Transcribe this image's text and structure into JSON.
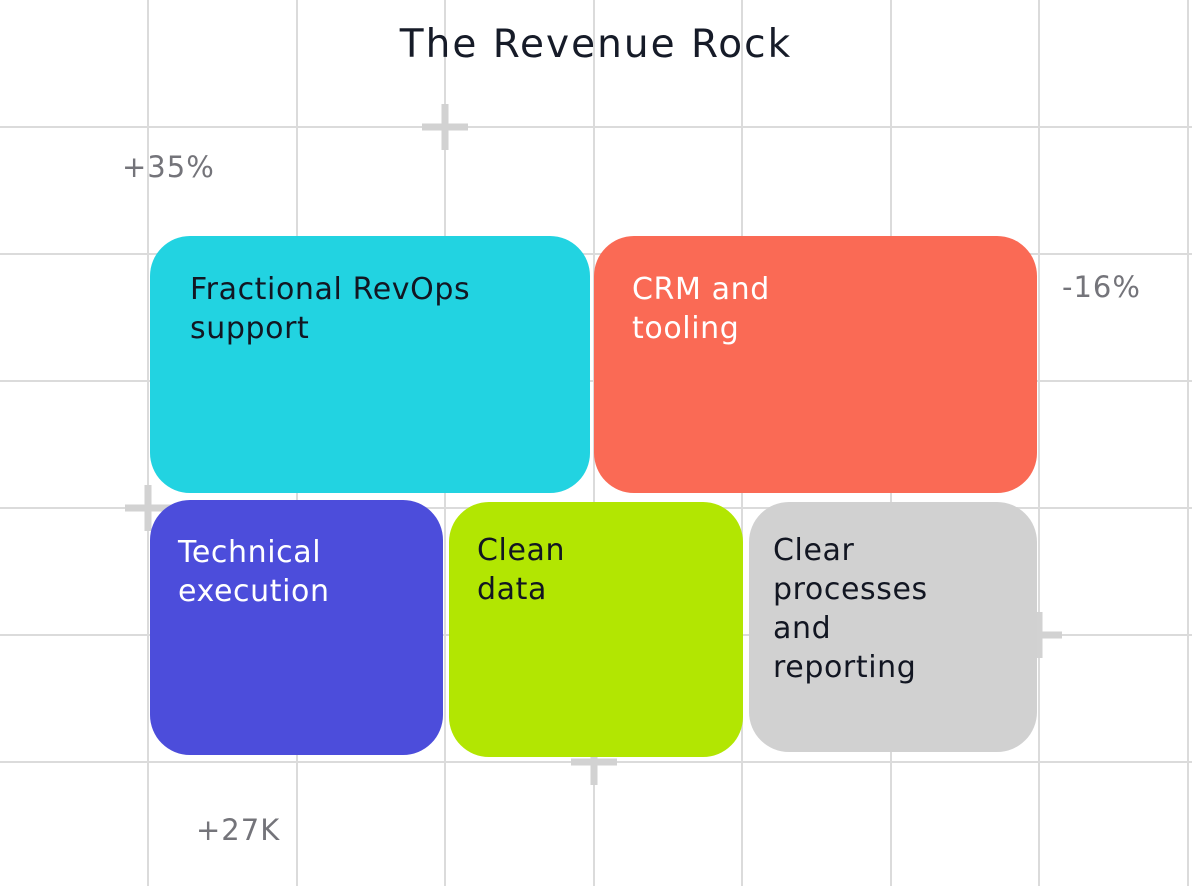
{
  "title": "The Revenue Rock",
  "metrics": [
    {
      "name": "growth-metric",
      "label": "+35%"
    },
    {
      "name": "churn-metric",
      "label": "-16%"
    },
    {
      "name": "pipeline-metric",
      "label": "+27K"
    }
  ],
  "blocks": [
    {
      "name": "fractional-revops-support",
      "lines": [
        "Fractional RevOps",
        "support"
      ],
      "bg": "#22D3E1",
      "fg": "#121622"
    },
    {
      "name": "crm-and-tooling",
      "lines": [
        "CRM and",
        "tooling"
      ],
      "bg": "#FA6A55",
      "fg": "#FFFFFF"
    },
    {
      "name": "technical-execution",
      "lines": [
        "Technical",
        "execution"
      ],
      "bg": "#4C4DDB",
      "fg": "#FFFFFF"
    },
    {
      "name": "clean-data",
      "lines": [
        "Clean",
        "data"
      ],
      "bg": "#B2E602",
      "fg": "#121622"
    },
    {
      "name": "clear-processes-and-reporting",
      "lines": [
        "Clear",
        "processes",
        "and",
        "reporting"
      ],
      "bg": "#D1D1D1",
      "fg": "#121622"
    }
  ],
  "colors": {
    "background": "#FFFFFF",
    "grid_line": "#DBDBDB",
    "cross_marker": "#D2D2D2",
    "title_text": "#161B28",
    "metric_text": "#74747A"
  }
}
